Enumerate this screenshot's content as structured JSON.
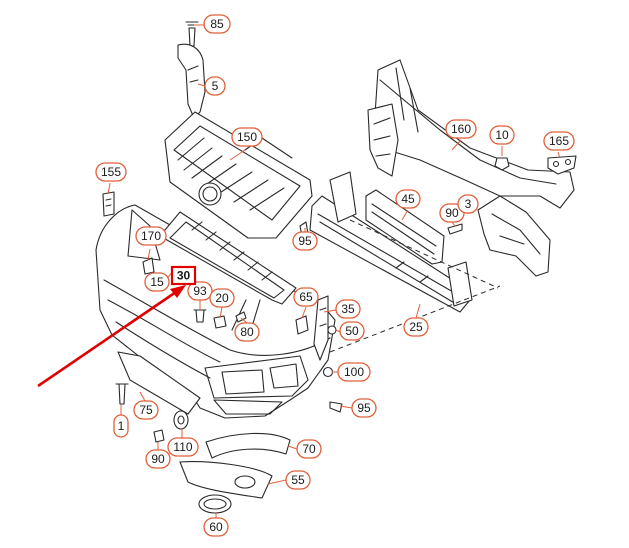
{
  "callouts": {
    "c85": "85",
    "c5": "5",
    "c150": "150",
    "c160": "160",
    "c10": "10",
    "c165": "165",
    "c155": "155",
    "c170": "170",
    "c15": "15",
    "c30": "30",
    "c93": "93",
    "c20": "20",
    "c80": "80",
    "c65": "65",
    "c35": "35",
    "c50": "50",
    "c45": "45",
    "c90a": "90",
    "c3": "3",
    "c95a": "95",
    "c25": "25",
    "c100": "100",
    "c95b": "95",
    "c75": "75",
    "c1": "1",
    "c90b": "90",
    "c110": "110",
    "c70": "70",
    "c55": "55",
    "c60": "60"
  },
  "highlight": {
    "part": "30"
  },
  "colors": {
    "callout_border": "#e0603a",
    "highlight": "#e00000",
    "line": "#2a2a2a"
  }
}
